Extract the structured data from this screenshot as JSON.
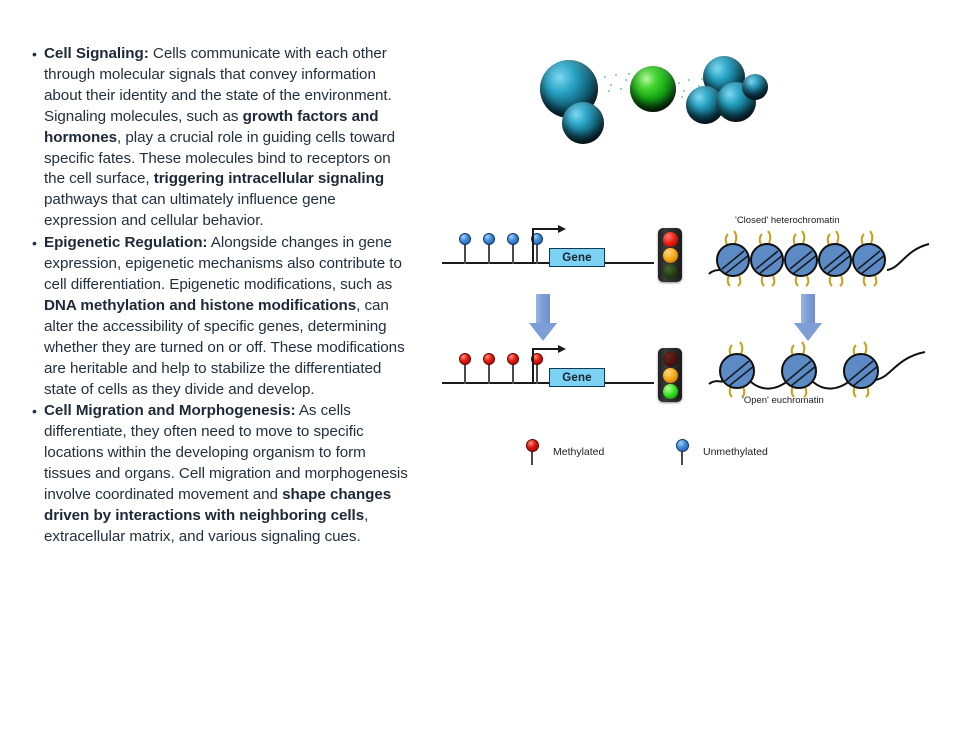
{
  "slide": {
    "background_color": "#ffffff",
    "text_color": "#23303f"
  },
  "bullets": [
    {
      "marker": "•",
      "lead": "Cell Signaling:",
      "segments": [
        {
          "text": "Cell Signaling:",
          "bold": true
        },
        {
          "text": " Cells communicate with each other through molecular signals that convey information about their identity and the state of the environment. Signaling molecules, such as ",
          "bold": false
        },
        {
          "text": "growth factors and hormones",
          "bold": true
        },
        {
          "text": ", play a crucial role in guiding cells toward specific fates. These molecules bind to receptors on the cell surface, ",
          "bold": false
        },
        {
          "text": "triggering intracellular signaling",
          "bold": true
        },
        {
          "text": " pathways that can ultimately influence gene expression and cellular behavior.",
          "bold": false
        }
      ]
    },
    {
      "marker": "•",
      "lead": "Epigenetic Regulation:",
      "segments": [
        {
          "text": "Epigenetic Regulation:",
          "bold": true
        },
        {
          "text": " Alongside changes in gene expression, epigenetic mechanisms also contribute to cell differentiation. Epigenetic modifications, such as ",
          "bold": false
        },
        {
          "text": "DNA methylation and histone modifications",
          "bold": true
        },
        {
          "text": ", can alter the accessibility of specific genes, determining whether they are turned on or off. These modifications are heritable and help to stabilize the differentiated state of cells as they divide and develop.",
          "bold": false
        }
      ]
    },
    {
      "marker": "•",
      "lead": "Cell Migration and Morphogenesis:",
      "segments": [
        {
          "text": "Cell Migration and Morphogenesis:",
          "bold": true
        },
        {
          "text": " As cells differentiate, they often need to move to specific locations within the developing organism to form tissues and organs. Cell migration and morphogenesis involve coordinated movement and ",
          "bold": false
        },
        {
          "text": "shape changes driven by interactions with neighboring cells",
          "bold": true
        },
        {
          "text": ", extracellular matrix, and various signaling cues.",
          "bold": false
        }
      ]
    }
  ],
  "figures": {
    "signaling": {
      "name": "cell-signaling-illustration",
      "description": "Three clusters of spherical cells emitting particle signals",
      "cell_colors": {
        "teal": "#2aa6c8",
        "green": "#43d431",
        "particle": "#5fbf9e"
      },
      "clusters": [
        {
          "label": "sender-cell-cluster",
          "cell_count": 2,
          "color": "teal"
        },
        {
          "label": "signaling-cell",
          "cell_count": 1,
          "color": "green"
        },
        {
          "label": "receiver-cell-cluster",
          "cell_count": 4,
          "color": "teal"
        }
      ]
    },
    "epigenetics": {
      "name": "dna-methylation-diagram",
      "gene_label": "Gene",
      "gene_box_color": "#7cd2f2",
      "arrow_color": "#7d9ed6",
      "rows": [
        {
          "name": "unmethylated-row",
          "lollipop_state": "unmethylated",
          "lollipop_color": "#3f87d6",
          "lollipop_count": 4,
          "traffic_light": {
            "red": "on",
            "amber": "on",
            "green": "off"
          },
          "chromatin_label": "'Closed' heterochromatin",
          "nucleosome_count": 5,
          "nucleosome_color": "#5b8ac4",
          "histone_tail_color": "#d8a921"
        },
        {
          "name": "methylated-row",
          "lollipop_state": "methylated",
          "lollipop_color": "#d8140a",
          "lollipop_count": 4,
          "traffic_light": {
            "red": "off",
            "amber": "on",
            "green": "on"
          },
          "chromatin_label": "'Open' euchromatin",
          "nucleosome_count": 3,
          "nucleosome_color": "#5b8ac4",
          "histone_tail_color": "#d8a921"
        }
      ],
      "legend": [
        {
          "name": "legend-methylated",
          "marker_color": "#d8140a",
          "label": "Methylated"
        },
        {
          "name": "legend-unmethylated",
          "marker_color": "#3f87d6",
          "label": "Unmethylated"
        }
      ]
    }
  }
}
